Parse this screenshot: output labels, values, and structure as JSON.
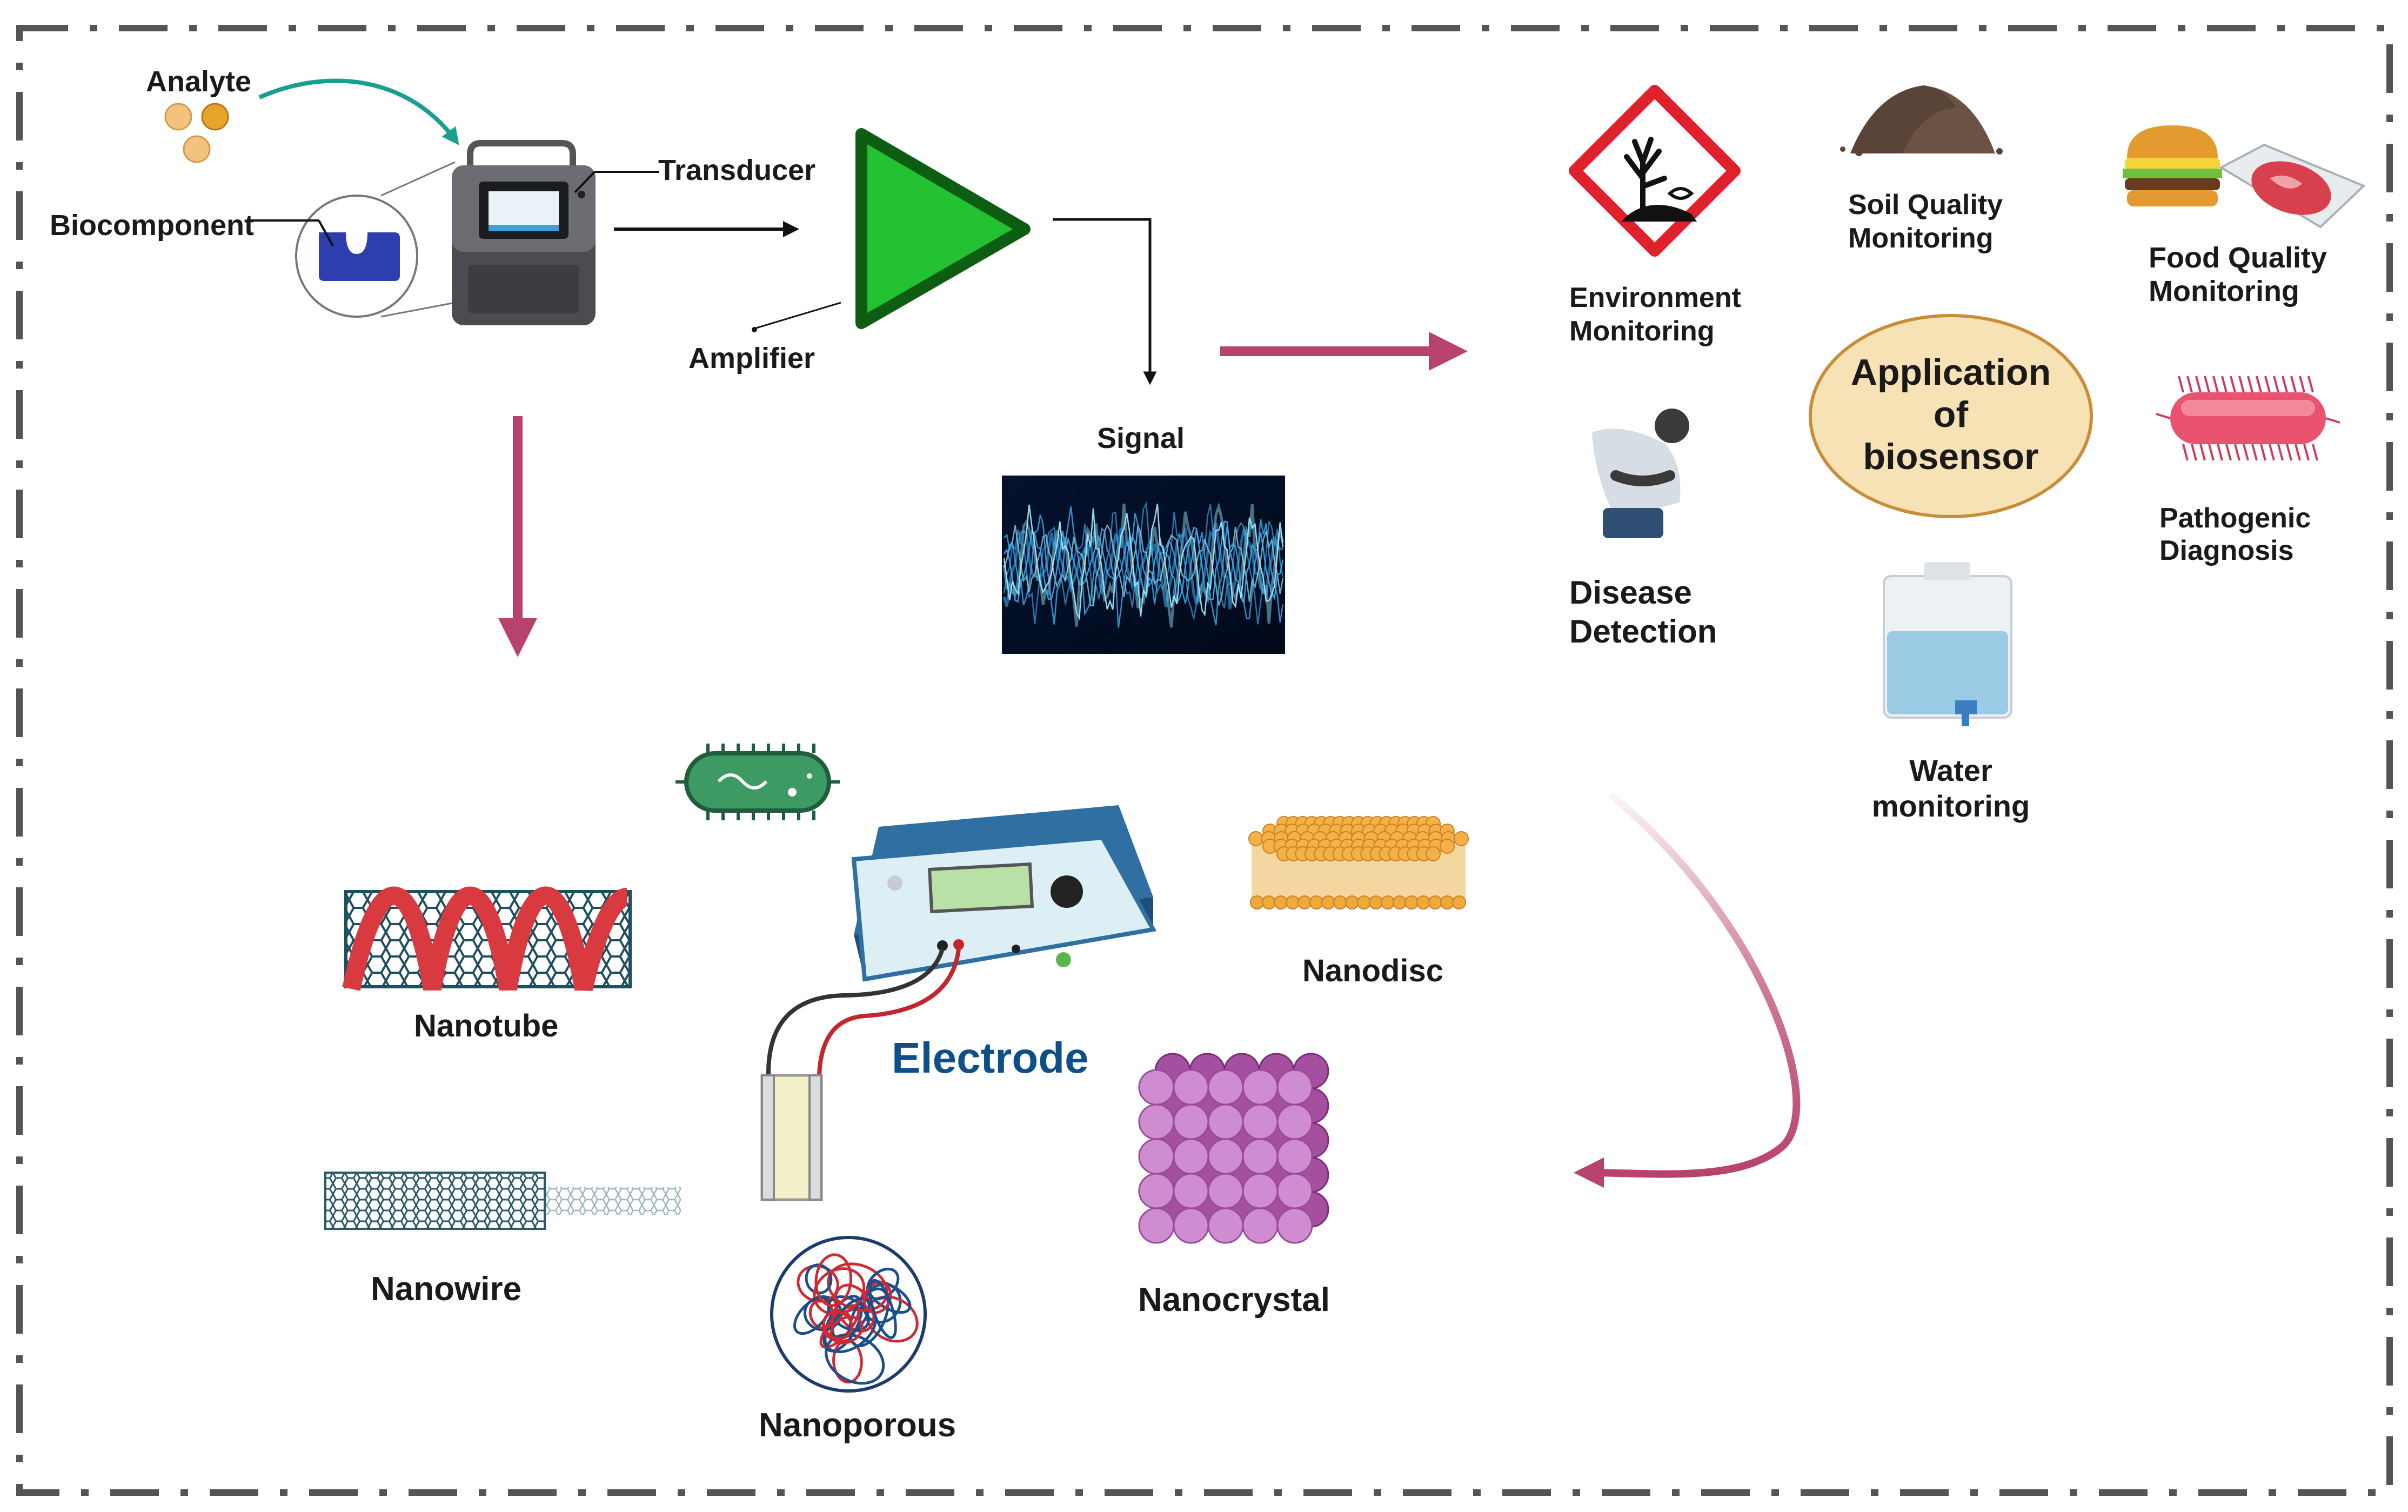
{
  "labels": {
    "analyte": "Analyte",
    "biocomponent": "Biocomponent",
    "transducer": "Transducer",
    "amplifier": "Amplifier",
    "signal": "Signal",
    "electrode": "Electrode",
    "nanotube": "Nanotube",
    "nanowire": "Nanowire",
    "nanoporous": "Nanoporous",
    "nanodisc": "Nanodisc",
    "nanocrystal": "Nanocrystal"
  },
  "applications": {
    "center_line1": "Application",
    "center_line2": "of",
    "center_line3": "biosensor",
    "environment_line1": "Environment",
    "environment_line2": "Monitoring",
    "soil_line1": "Soil Quality",
    "soil_line2": "Monitoring",
    "food_line1": "Food Quality",
    "food_line2": "Monitoring",
    "pathogenic_line1": "Pathogenic",
    "pathogenic_line2": "Diagnosis",
    "disease_line1": "Disease",
    "disease_line2": "Detection",
    "water_line1": "Water",
    "water_line2": "monitoring"
  },
  "colors": {
    "arrow_magenta": "#b8426e",
    "teal_arrow": "#1a9e8f",
    "amplifier_green": "#22c232",
    "amplifier_edge": "#0d5e12",
    "ellipse_fill": "#f6e2b5",
    "ellipse_stroke": "#c98d3a",
    "electrode_text": "#0e4f8a",
    "border_dash": "#555555"
  },
  "icons": [
    "analyte-dots-icon",
    "biocomponent-icon",
    "transducer-device-icon",
    "amplifier-triangle-icon",
    "signal-waveform-icon",
    "hazard-environment-icon",
    "soil-pile-icon",
    "burger-icon",
    "meat-tray-icon",
    "bacterium-icon",
    "person-abdominal-pain-icon",
    "water-container-icon",
    "green-bacterium-icon",
    "electrode-device-icon",
    "nanotube-helix-icon",
    "nanowire-icon",
    "nanoporous-ball-icon",
    "nanodisc-icon",
    "nanocrystal-cube-icon"
  ]
}
